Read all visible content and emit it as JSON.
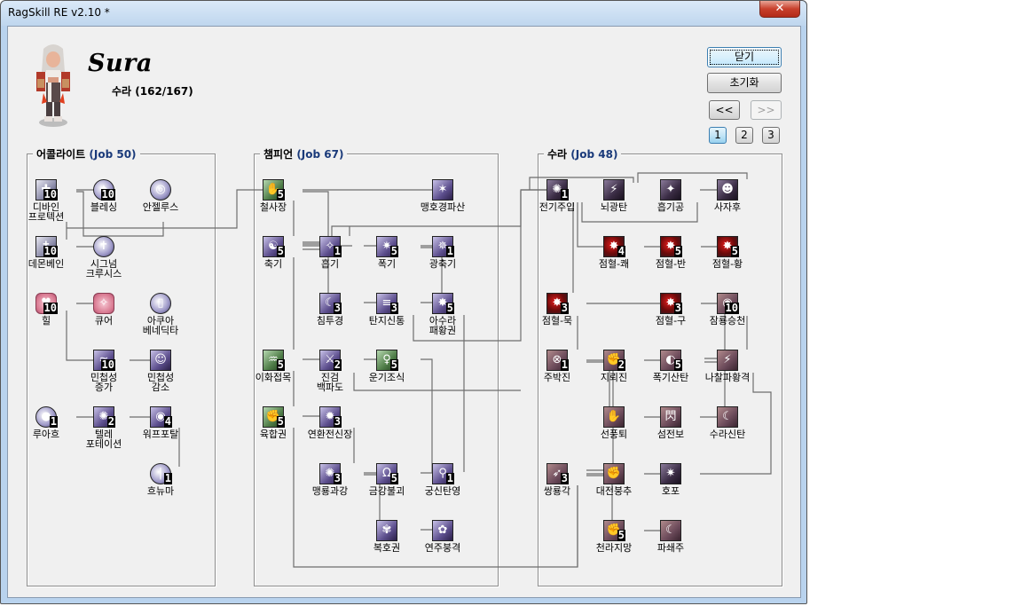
{
  "window": {
    "title": "RagSkill RE v2.10 *",
    "close_label": "✕"
  },
  "character": {
    "job_en": "Sura",
    "job_kr_summary": "수라 (162/167)"
  },
  "buttons": {
    "close": "닫기",
    "reset": "초기화",
    "prev": "<<",
    "next": ">>",
    "pages": [
      "1",
      "2",
      "3"
    ],
    "active_page": "1"
  },
  "groups": [
    {
      "name": "어콜라이트",
      "job_level": "(Job 50)"
    },
    {
      "name": "챔피언",
      "job_level": "(Job 67)"
    },
    {
      "name": "수라",
      "job_level": "(Job 48)"
    }
  ],
  "skills": {
    "acolyte": [
      {
        "name": "디바인\n프로텍션",
        "level": "10",
        "icon": "shield-cross-icon"
      },
      {
        "name": "블레싱",
        "level": "10",
        "icon": "blessing-orb-icon"
      },
      {
        "name": "안젤루스",
        "level": "",
        "icon": "angelus-orb-icon"
      },
      {
        "name": "데몬베인",
        "level": "10",
        "icon": "demon-bane-icon"
      },
      {
        "name": "시그넘\n크루시스",
        "level": "",
        "icon": "signum-cross-icon"
      },
      {
        "name": "힐",
        "level": "10",
        "icon": "heart-icon"
      },
      {
        "name": "큐어",
        "level": "",
        "icon": "heart-sparkle-icon"
      },
      {
        "name": "아쿠아\n베네딕타",
        "level": "",
        "icon": "holy-water-icon"
      },
      {
        "name": "민첩성\n증가",
        "level": "10",
        "icon": "agi-up-icon"
      },
      {
        "name": "민첩성\n감소",
        "level": "",
        "icon": "agi-down-icon"
      },
      {
        "name": "루아흐",
        "level": "1",
        "icon": "ruwach-orb-icon"
      },
      {
        "name": "텔레\n포테이션",
        "level": "2",
        "icon": "teleport-icon"
      },
      {
        "name": "워프포탈",
        "level": "4",
        "icon": "warp-portal-icon"
      },
      {
        "name": "흐뉴마",
        "level": "1",
        "icon": "pneuma-orb-icon"
      }
    ],
    "champion": [
      {
        "name": "철사장",
        "level": "5",
        "icon": "iron-hand-icon"
      },
      {
        "name": "맹호경파산",
        "level": "",
        "icon": "tiger-cannon-icon"
      },
      {
        "name": "축기",
        "level": "5",
        "icon": "call-spirits-icon"
      },
      {
        "name": "흡기",
        "level": "1",
        "icon": "absorb-spirits-icon"
      },
      {
        "name": "폭기",
        "level": "5",
        "icon": "fury-icon"
      },
      {
        "name": "광축기",
        "level": "1",
        "icon": "zen-icon"
      },
      {
        "name": "침투경",
        "level": "3",
        "icon": "occult-impaction-icon"
      },
      {
        "name": "탄지신통",
        "level": "3",
        "icon": "throw-spirit-icon"
      },
      {
        "name": "아수라\n패황권",
        "level": "5",
        "icon": "asura-strike-icon"
      },
      {
        "name": "이화접목",
        "level": "5",
        "icon": "dodge-icon"
      },
      {
        "name": "진검\n백파도",
        "level": "2",
        "icon": "root-icon"
      },
      {
        "name": "운기조식",
        "level": "5",
        "icon": "spirit-recovery-icon"
      },
      {
        "name": "육합권",
        "level": "5",
        "icon": "triple-attack-icon"
      },
      {
        "name": "연환전신장",
        "level": "3",
        "icon": "chain-combo-icon"
      },
      {
        "name": "맹룡과강",
        "level": "3",
        "icon": "combo-finish-icon"
      },
      {
        "name": "금강불괴",
        "level": "5",
        "icon": "steel-body-icon"
      },
      {
        "name": "궁신탄영",
        "level": "1",
        "icon": "snap-icon"
      },
      {
        "name": "복호권",
        "level": "",
        "icon": "tiger-knuckle-icon"
      },
      {
        "name": "연주붕격",
        "level": "",
        "icon": "chain-crush-icon"
      }
    ],
    "sura": [
      {
        "name": "전기주입",
        "level": "1",
        "icon": "lightning-fist-icon"
      },
      {
        "name": "뇌광탄",
        "level": "",
        "icon": "lightning-ride-icon"
      },
      {
        "name": "흡기공",
        "level": "",
        "icon": "power-absorb-icon"
      },
      {
        "name": "사자후",
        "level": "",
        "icon": "lion-howl-icon"
      },
      {
        "name": "점혈-쾌",
        "level": "4",
        "icon": "pressure-point-icon"
      },
      {
        "name": "점혈-반",
        "level": "5",
        "icon": "pressure-point-icon"
      },
      {
        "name": "점혈-황",
        "level": "5",
        "icon": "pressure-point-icon"
      },
      {
        "name": "점혈-묵",
        "level": "3",
        "icon": "pressure-point-icon"
      },
      {
        "name": "점혈-구",
        "level": "3",
        "icon": "pressure-point-icon"
      },
      {
        "name": "잠룡승천",
        "level": "10",
        "icon": "rising-dragon-icon"
      },
      {
        "name": "주박진",
        "level": "1",
        "icon": "curse-circle-icon"
      },
      {
        "name": "지뢰진",
        "level": "2",
        "icon": "earth-shaker-icon"
      },
      {
        "name": "폭기산탄",
        "level": "5",
        "icon": "explosion-icon"
      },
      {
        "name": "나찰파황격",
        "level": "",
        "icon": "rampage-blaster-icon"
      },
      {
        "name": "선풍퇴",
        "level": "",
        "icon": "skynet-blow-icon"
      },
      {
        "name": "섬전보",
        "level": "",
        "icon": "flash-step-icon"
      },
      {
        "name": "수라신탄",
        "level": "",
        "icon": "cyclone-icon"
      },
      {
        "name": "쌍룡각",
        "level": "3",
        "icon": "dragon-combo-icon"
      },
      {
        "name": "대전붕추",
        "level": "",
        "icon": "tiger-attack-icon"
      },
      {
        "name": "호포",
        "level": "",
        "icon": "knuckle-arrow-icon"
      },
      {
        "name": "천라지망",
        "level": "5",
        "icon": "chain-fist-icon"
      },
      {
        "name": "파쇄주",
        "level": "",
        "icon": "moon-icon"
      }
    ]
  }
}
